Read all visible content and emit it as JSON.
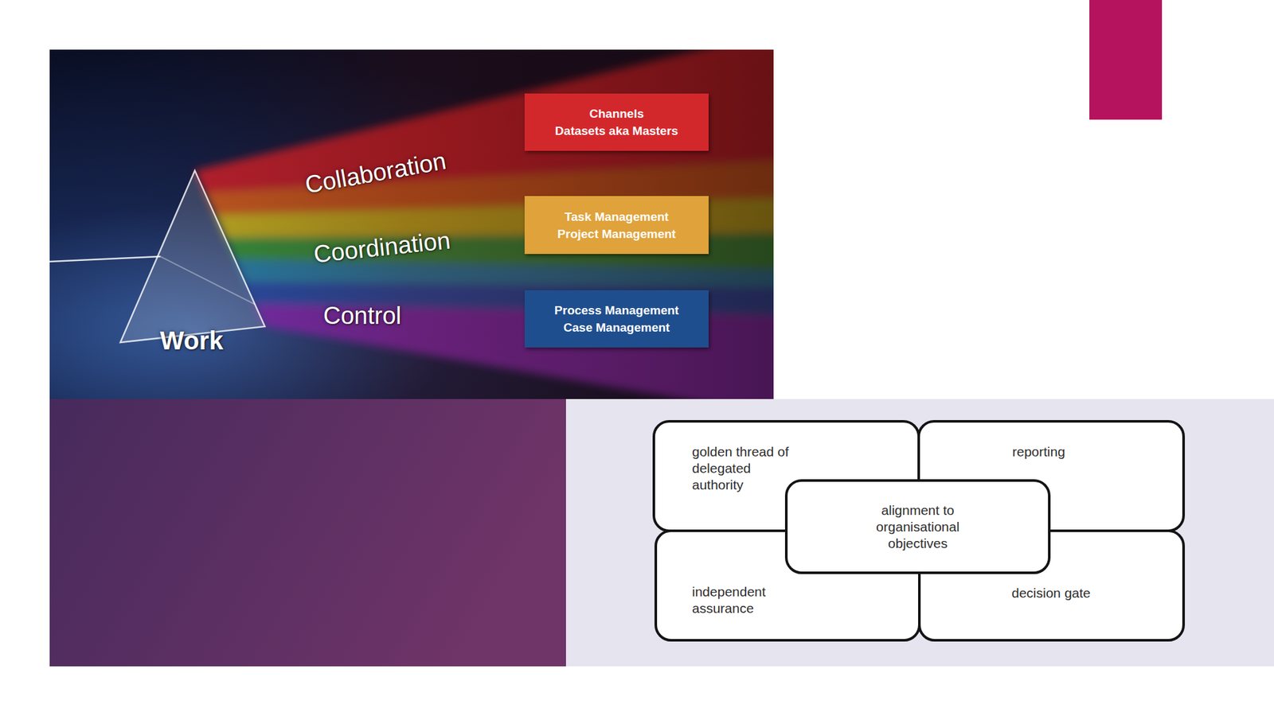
{
  "diagram": {
    "nodes": [
      {
        "text": [
          "Channels",
          "Datasets aka Masters"
        ]
      },
      {
        "text": [
          "Task Management",
          "Project Management"
        ]
      },
      {
        "text": [
          "Process Management",
          "Case Management"
        ]
      },
      {
        "text": [
          "golden thread of delegated authority"
        ]
      },
      {
        "text": [
          "reporting"
        ]
      },
      {
        "text": [
          "alignment to organisational objectives"
        ]
      },
      {
        "text": [
          "independent assurance"
        ]
      },
      {
        "text": [
          "decision gate"
        ]
      }
    ],
    "labels": [
      "Collaboration",
      "Coordination",
      "Control",
      "Work"
    ]
  }
}
